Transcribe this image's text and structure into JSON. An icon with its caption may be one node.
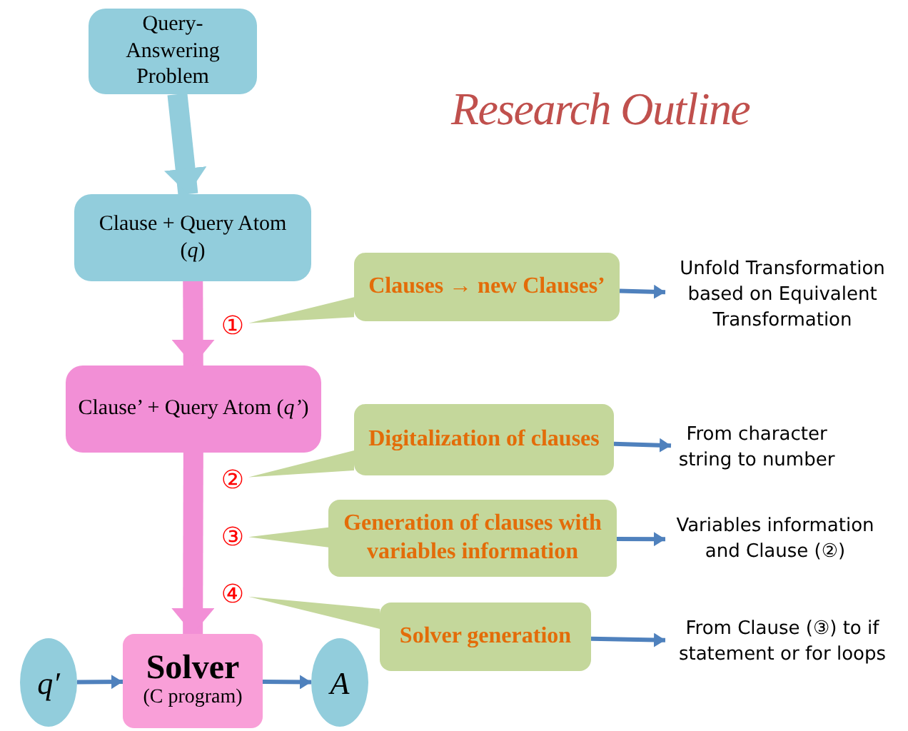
{
  "diagram": {
    "title": "Research Outline",
    "nodes": [
      {
        "text": [
          "Query-Answering Problem"
        ]
      },
      {
        "text": [
          "Clause + Query Atom (*q*)"
        ]
      },
      {
        "text": [
          "Clause’ + Query Atom (*q’*)"
        ]
      },
      {
        "text": [
          "Solver",
          "(C program)"
        ]
      },
      {
        "text": [
          "q′"
        ]
      },
      {
        "text": [
          "A"
        ]
      },
      {
        "text": [
          "①"
        ]
      },
      {
        "text": [
          "②"
        ]
      },
      {
        "text": [
          "③"
        ]
      },
      {
        "text": [
          "④"
        ]
      },
      {
        "text": [
          "Clauses → new Clauses’"
        ]
      },
      {
        "text": [
          "Unfold Transformation based on Equivalent Transformation"
        ]
      },
      {
        "text": [
          "Digitalization of clauses"
        ]
      },
      {
        "text": [
          "From character string to number"
        ]
      },
      {
        "text": [
          "Generation of clauses with variables information"
        ]
      },
      {
        "text": [
          "Variables information and Clause (②)"
        ]
      },
      {
        "text": [
          "Solver generation"
        ]
      },
      {
        "text": [
          "From Clause (③) to if statement or for loops"
        ]
      }
    ],
    "edges": [
      {
        "from": 0,
        "to": 1,
        "arrow": "to",
        "style": "thick",
        "color": "#92cddc"
      },
      {
        "from": 1,
        "to": 2,
        "arrow": "to",
        "style": "thick",
        "color": "#f28fd6"
      },
      {
        "from": 2,
        "to": 3,
        "arrow": "to",
        "style": "thick",
        "color": "#f28fd6"
      },
      {
        "from": 4,
        "to": 3,
        "arrow": "to"
      },
      {
        "from": 3,
        "to": 5,
        "arrow": "to"
      },
      {
        "from": 10,
        "to": 6,
        "arrow": "none",
        "color": "#c4d79b"
      },
      {
        "from": 12,
        "to": 7,
        "arrow": "none",
        "color": "#c4d79b"
      },
      {
        "from": 14,
        "to": 8,
        "arrow": "none",
        "color": "#c4d79b"
      },
      {
        "from": 16,
        "to": 9,
        "arrow": "none",
        "color": "#c4d79b"
      },
      {
        "from": 10,
        "to": 11,
        "arrow": "to"
      },
      {
        "from": 12,
        "to": 13,
        "arrow": "to"
      },
      {
        "from": 14,
        "to": 15,
        "arrow": "to"
      },
      {
        "from": 16,
        "to": 17,
        "arrow": "to"
      }
    ]
  }
}
